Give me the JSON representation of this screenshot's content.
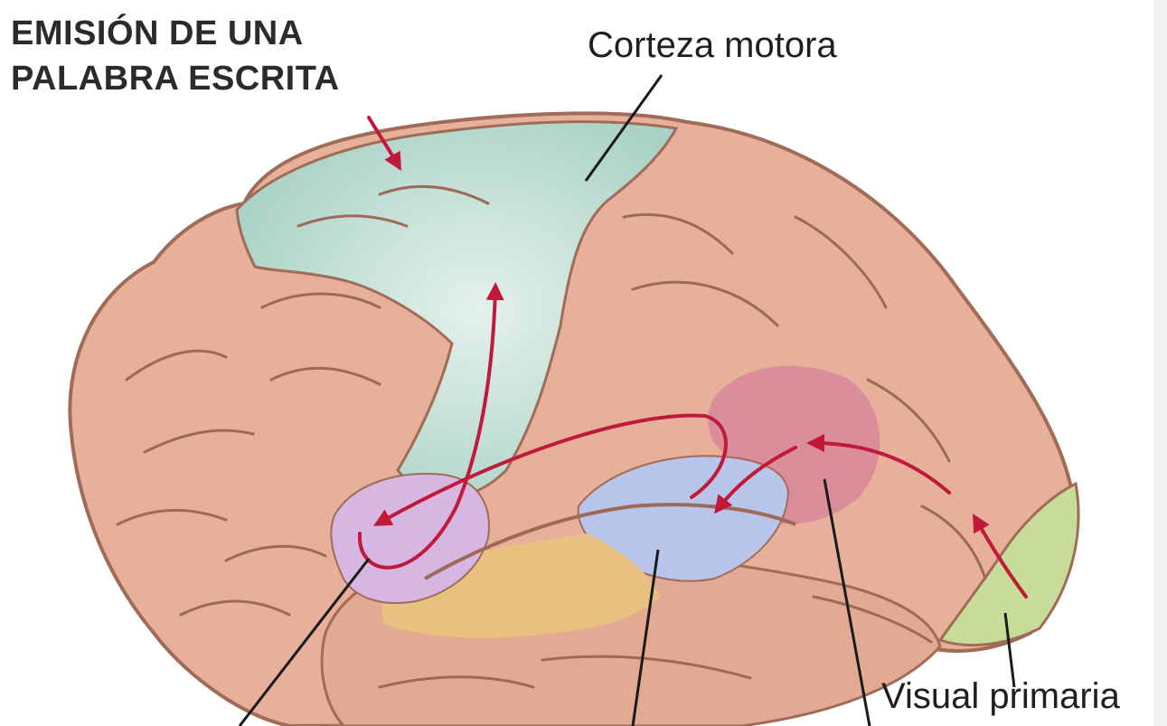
{
  "title": {
    "line1": "EMISIÓN DE UNA",
    "line2": "PALABRA ESCRITA"
  },
  "labels": {
    "motor_cortex": "Corteza motora",
    "primary_visual": "Visual primaria"
  },
  "regions": [
    {
      "name": "Corteza motora",
      "color": "#b7d9cf"
    },
    {
      "name": "Visual primaria",
      "color": "#c6dc98"
    }
  ],
  "colors": {
    "brain_tissue": "#e7b09a",
    "sulcus_lines": "#9c6a57",
    "pathway_arrows": "#c0193a",
    "frontal_region": "#d7b6e2",
    "temporal_region": "#e8c07f",
    "wernicke_region": "#b9c4ea",
    "angular_region": "#d9899a"
  }
}
